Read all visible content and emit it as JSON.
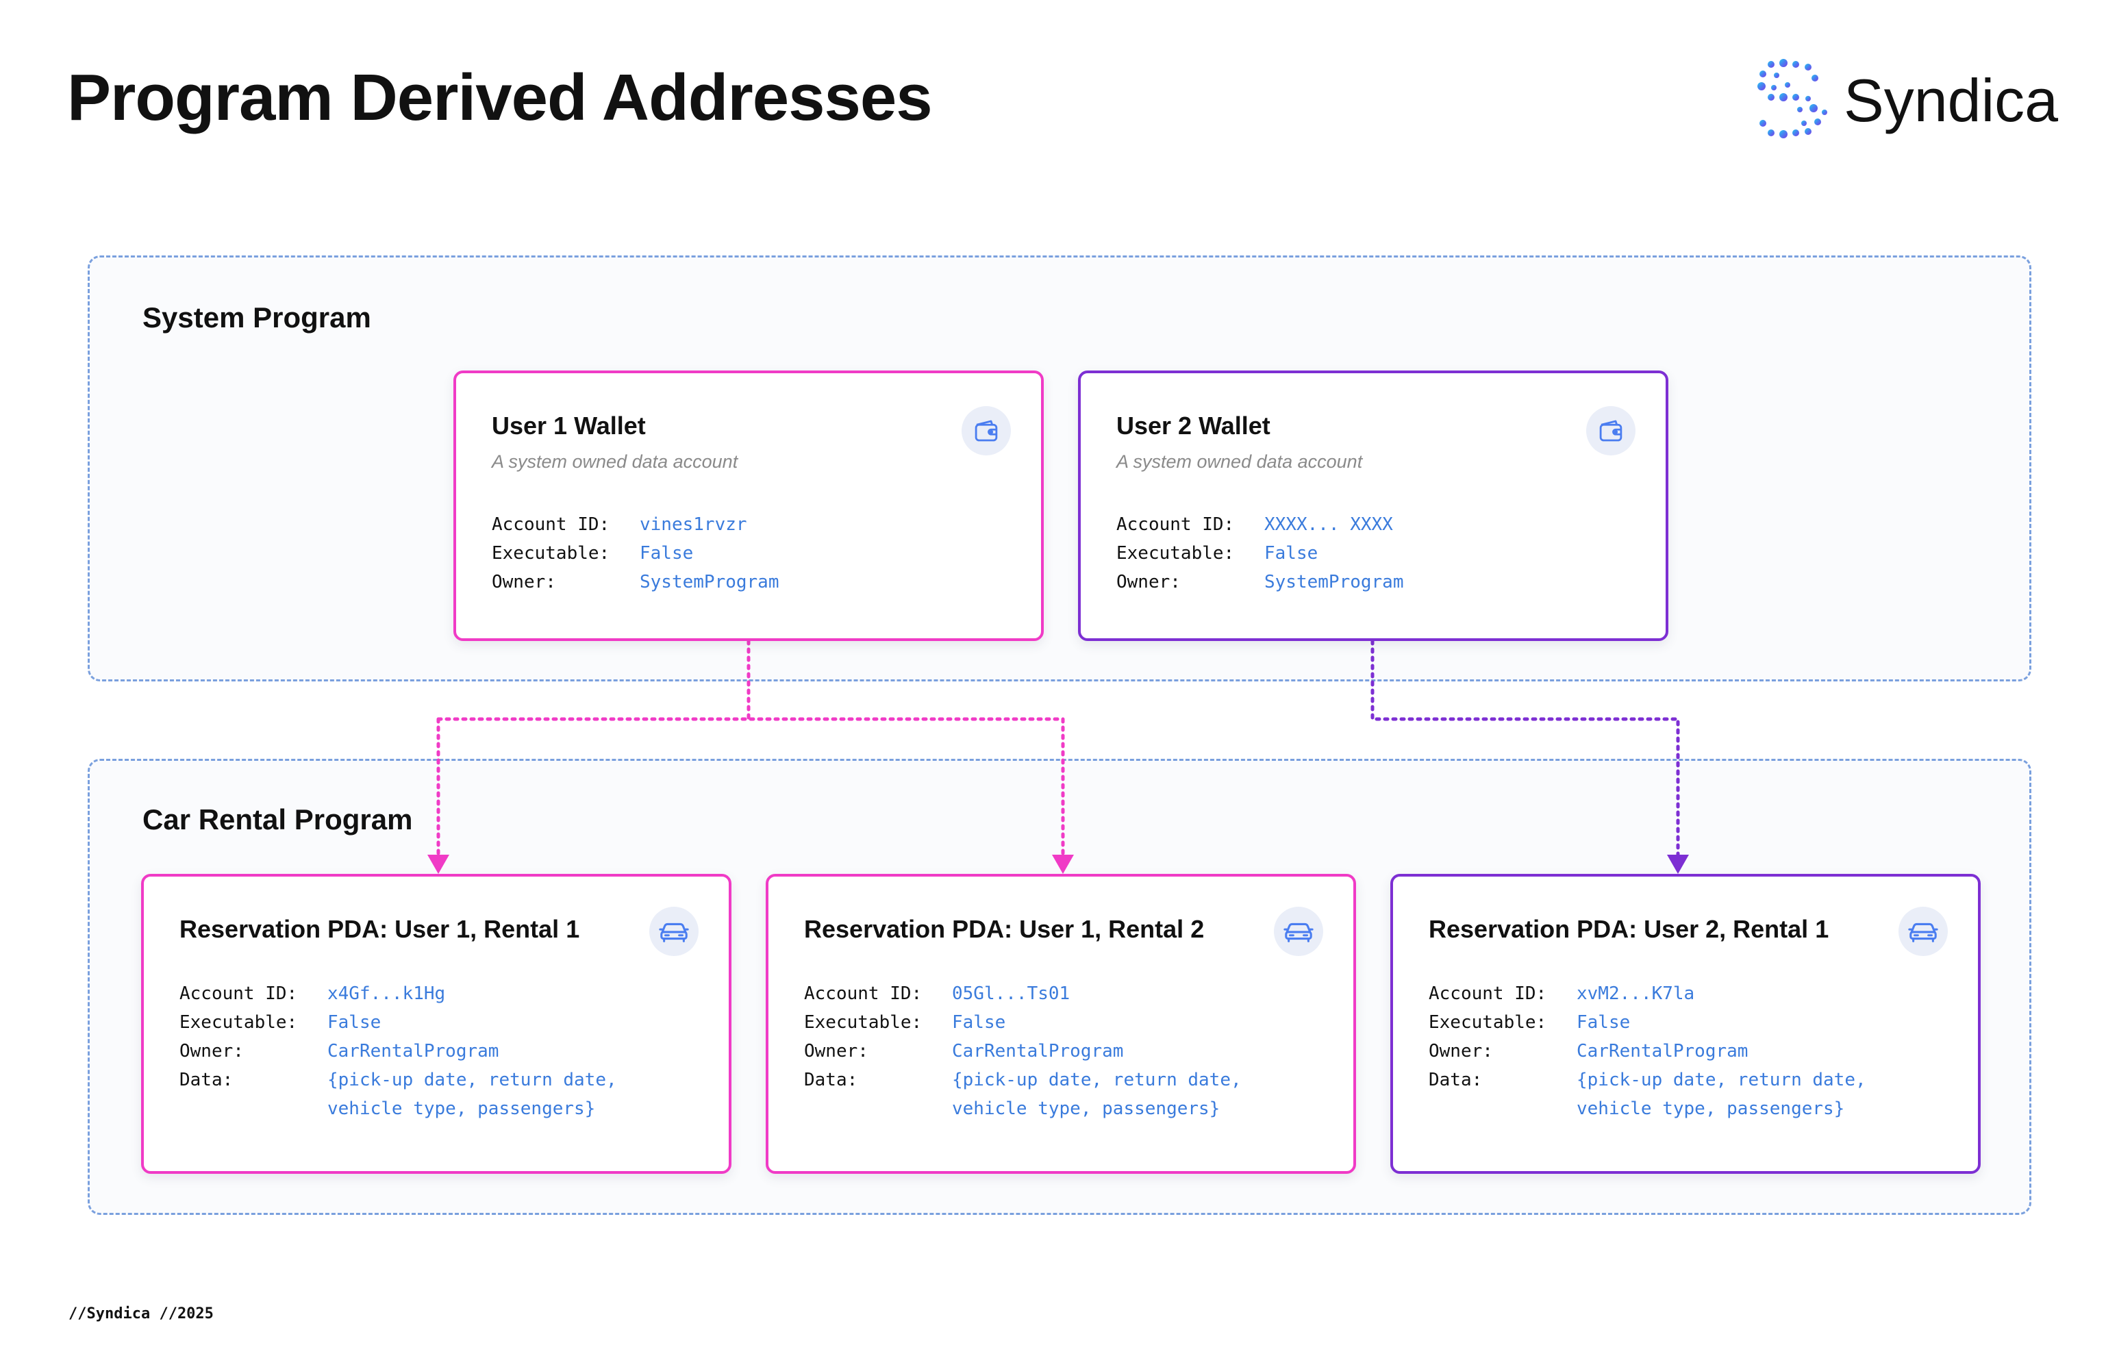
{
  "title": "Program Derived Addresses",
  "brand": {
    "name": "Syndica",
    "logo_icon": "syndica-dot-logo-icon"
  },
  "colors": {
    "pink": "#f03bc6",
    "purple": "#7d2fd3",
    "value_blue": "#3a7bdc",
    "group_border": "#7aa0de"
  },
  "labels": {
    "account_id": "Account ID:",
    "executable": "Executable:",
    "owner": "Owner:",
    "data": "Data:"
  },
  "system_program": {
    "title": "System Program",
    "wallets": [
      {
        "title": "User 1 Wallet",
        "subtitle": "A system owned data account",
        "account_id": "vines1rvzr",
        "executable": "False",
        "owner": "SystemProgram",
        "icon": "wallet-icon"
      },
      {
        "title": "User 2 Wallet",
        "subtitle": "A system owned data account",
        "account_id": "XXXX... XXXX",
        "executable": "False",
        "owner": "SystemProgram",
        "icon": "wallet-icon"
      }
    ]
  },
  "car_rental_program": {
    "title": "Car Rental Program",
    "reservations": [
      {
        "title": "Reservation PDA: User 1, Rental 1",
        "account_id": "x4Gf...k1Hg",
        "executable": "False",
        "owner": "CarRentalProgram",
        "data_line1": "{pick-up date, return date,",
        "data_line2": "vehicle type, passengers}",
        "icon": "car-icon"
      },
      {
        "title": "Reservation PDA: User 1, Rental 2",
        "account_id": "05Gl...Ts01",
        "executable": "False",
        "owner": "CarRentalProgram",
        "data_line1": "{pick-up date, return date,",
        "data_line2": "vehicle type, passengers}",
        "icon": "car-icon"
      },
      {
        "title": "Reservation PDA: User 2, Rental 1",
        "account_id": "xvM2...K7la",
        "executable": "False",
        "owner": "CarRentalProgram",
        "data_line1": "{pick-up date, return date,",
        "data_line2": "vehicle type, passengers}",
        "icon": "car-icon"
      }
    ]
  },
  "footer": "//Syndica //2025"
}
